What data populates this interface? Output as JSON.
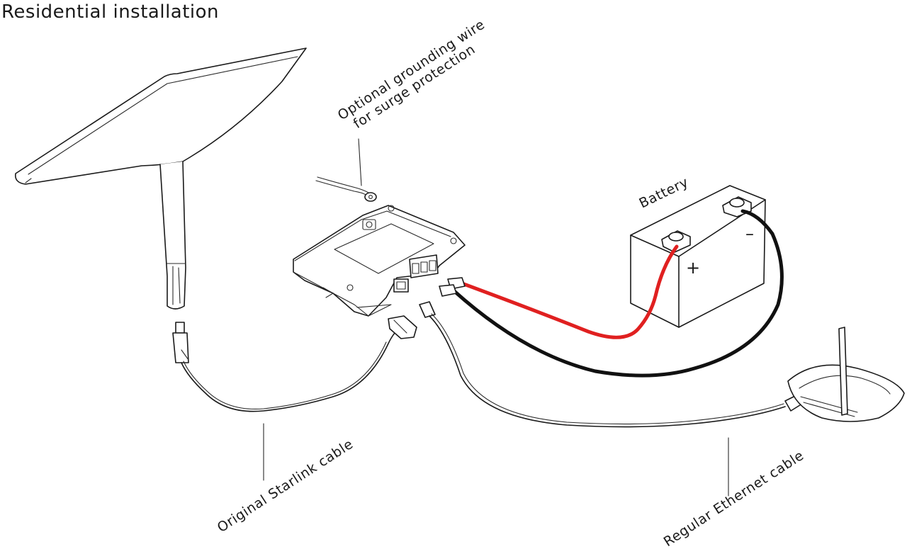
{
  "title": "Residential installation",
  "labels": {
    "grounding_line1": "Optional grounding wire",
    "grounding_line2": "for surge protection",
    "battery": "Battery",
    "positive": "+",
    "negative": "–",
    "starlink_cable": "Original Starlink cable",
    "ethernet_cable": "Regular Ethernet cable"
  },
  "colors": {
    "positive_wire": "#e02020",
    "negative_wire": "#111111",
    "ink": "#1a1a1a"
  }
}
